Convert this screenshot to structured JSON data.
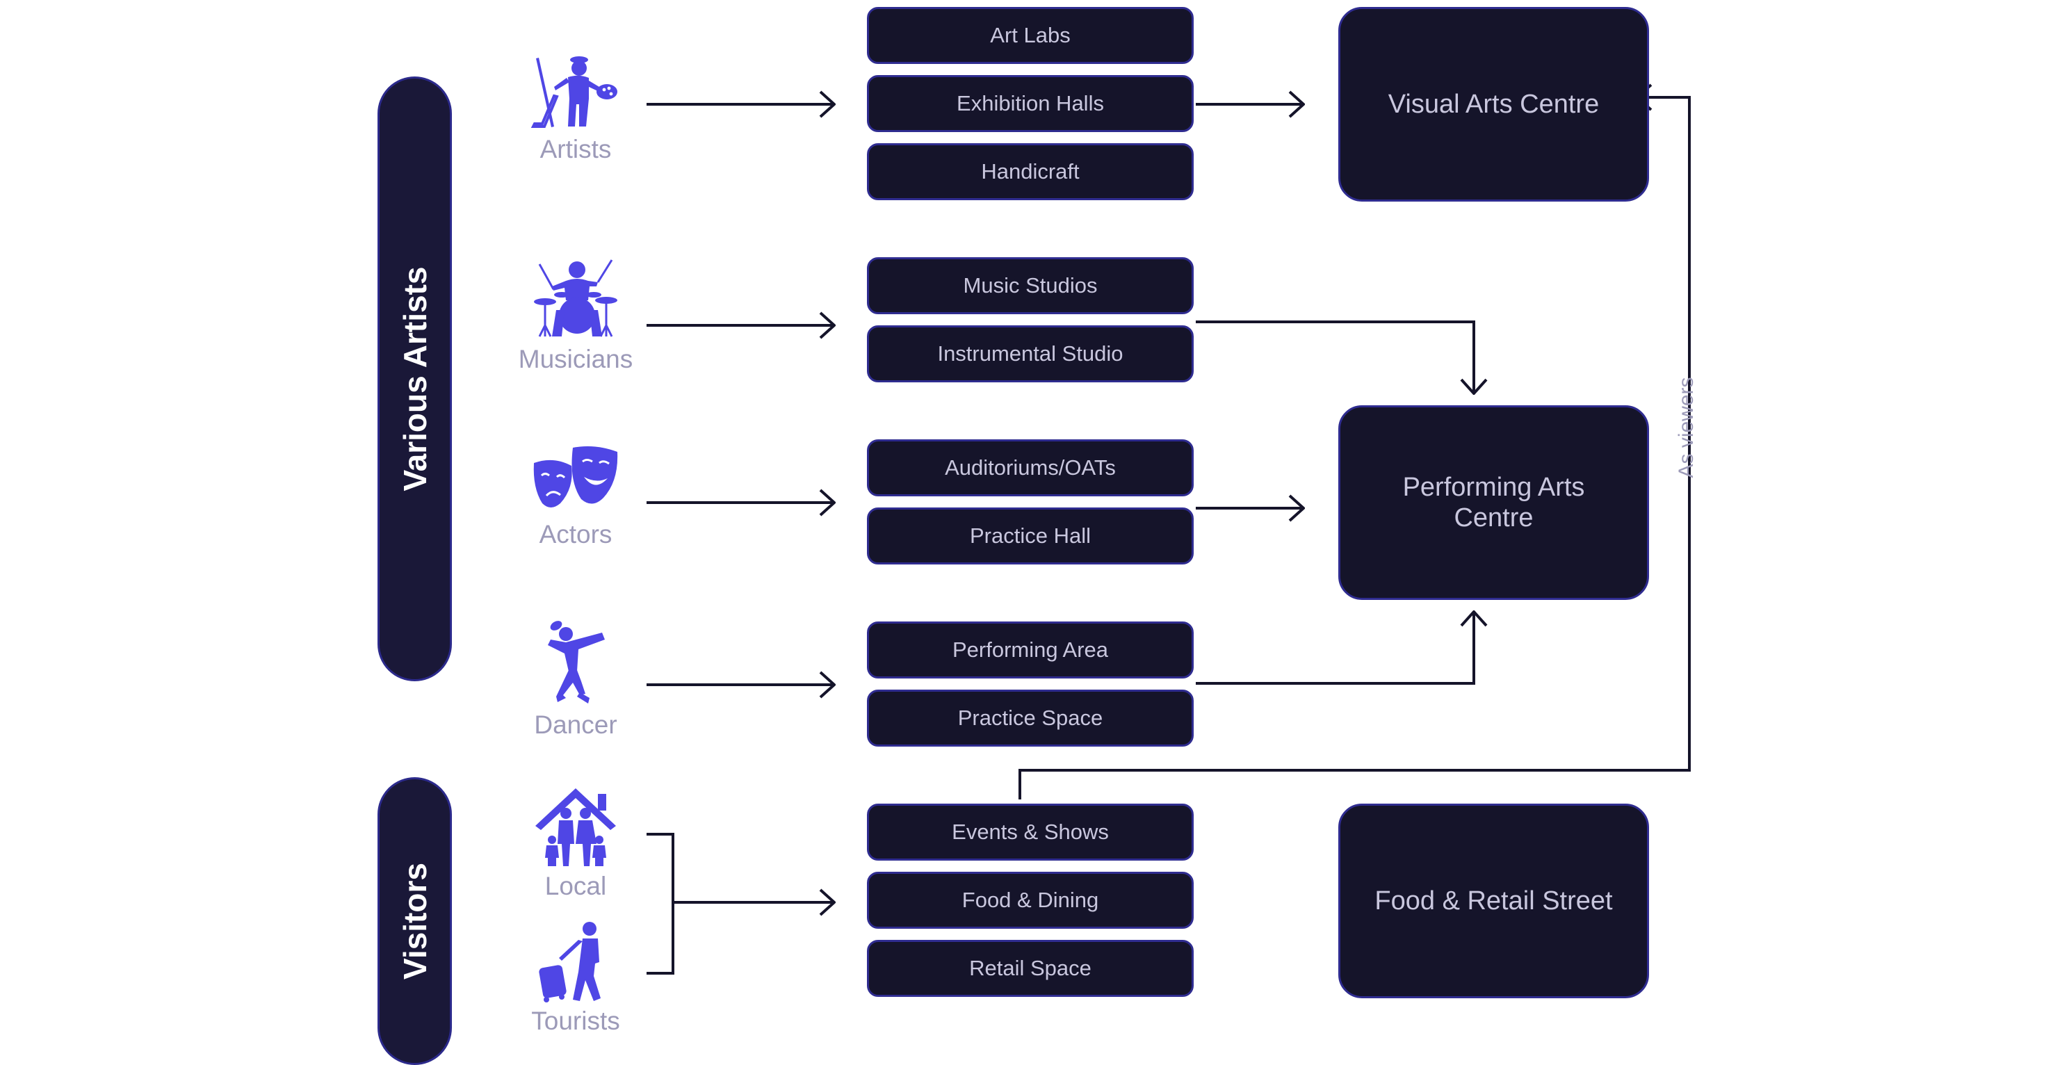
{
  "groups": [
    {
      "label": "Various Artists"
    },
    {
      "label": "Visitors"
    }
  ],
  "actors": [
    {
      "label": "Artists",
      "icon": "painter-icon"
    },
    {
      "label": "Musicians",
      "icon": "drummer-icon"
    },
    {
      "label": "Actors",
      "icon": "theatre-masks-icon"
    },
    {
      "label": "Dancer",
      "icon": "dancer-icon"
    },
    {
      "label": "Local",
      "icon": "family-home-icon"
    },
    {
      "label": "Tourists",
      "icon": "traveller-icon"
    }
  ],
  "facilities": [
    {
      "label": "Art Labs"
    },
    {
      "label": "Exhibition Halls"
    },
    {
      "label": "Handicraft"
    },
    {
      "label": "Music Studios"
    },
    {
      "label": "Instrumental Studio"
    },
    {
      "label": "Auditoriums/OATs"
    },
    {
      "label": "Practice Hall"
    },
    {
      "label": "Performing Area"
    },
    {
      "label": "Practice Space"
    },
    {
      "label": "Events & Shows"
    },
    {
      "label": "Food & Dining"
    },
    {
      "label": "Retail Space"
    }
  ],
  "centres": [
    {
      "label": "Visual Arts Centre"
    },
    {
      "label": "Performing Arts Centre"
    },
    {
      "label": "Food & Retail Street"
    }
  ],
  "edge_label": "As viewers",
  "colors": {
    "box_fill": "#15142a",
    "box_border": "#2f2c90",
    "icon": "#4f46e5",
    "muted_text": "#9c9ab8",
    "connector": "#15142a"
  }
}
